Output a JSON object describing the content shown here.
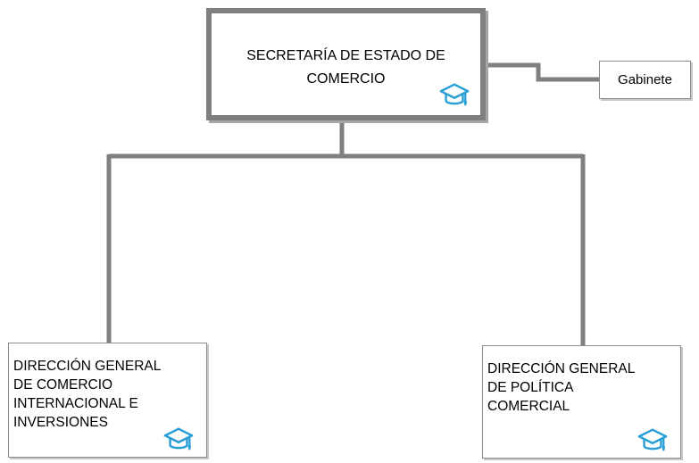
{
  "org_chart": {
    "root": {
      "label": "SECRETARÍA DE ESTADO DE\nCOMERCIO",
      "icon": "graduation-cap-icon"
    },
    "side": {
      "label": "Gabinete"
    },
    "children": [
      {
        "label": "DIRECCIÓN GENERAL\nDE COMERCIO\nINTERNACIONAL E\nINVERSIONES",
        "icon": "graduation-cap-icon"
      },
      {
        "label": "DIRECCIÓN GENERAL\nDE POLÍTICA\nCOMERCIAL",
        "icon": "graduation-cap-icon"
      }
    ]
  },
  "colors": {
    "connector": "#7f7f7f",
    "icon": "#2a9fd6",
    "main_border": "#7f7f7f"
  }
}
